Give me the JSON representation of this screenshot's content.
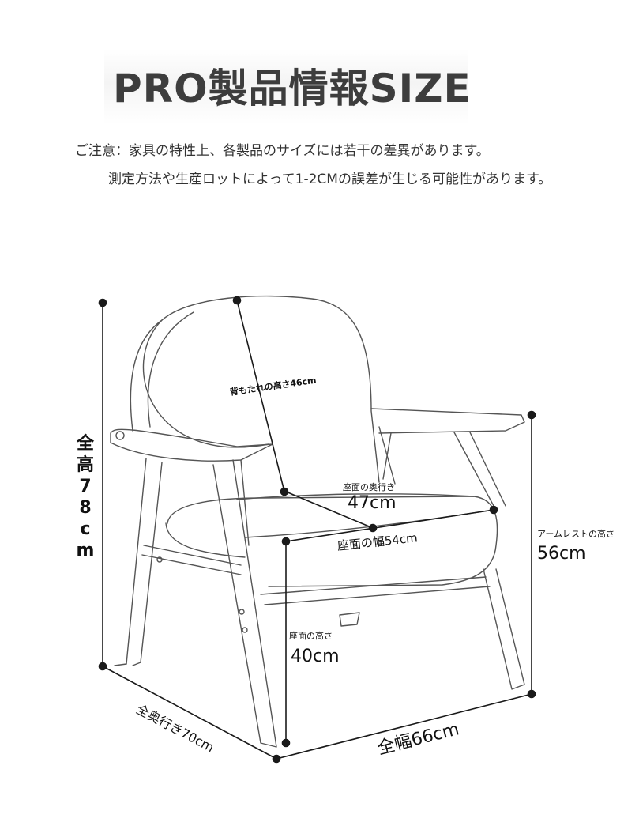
{
  "header": {
    "title": "PRO製品情報SIZE",
    "notice_line1": "ご注意：家具の特性上、各製品のサイズには若干の差異があります。",
    "notice_line2": "測定方法や生産ロットによって1-2CMの誤差が生じる可能性があります。"
  },
  "dimensions": {
    "total_height": [
      "全",
      "高",
      "7",
      "8",
      "c",
      "m"
    ],
    "backrest_height": "背もたれの高さ46cm",
    "seat_depth_label": "座面の奥行き",
    "seat_depth_value": "47cm",
    "seat_width": "座面の幅54cm",
    "armrest_height_label": "アームレストの高さ",
    "armrest_height_value": "56cm",
    "seat_height_label": "座面の高さ",
    "seat_height_value": "40cm",
    "total_depth": "全奥行き70cm",
    "total_width": "全幅66cm"
  },
  "colors": {
    "line": "#1a1a1a",
    "outline": "#555555"
  }
}
